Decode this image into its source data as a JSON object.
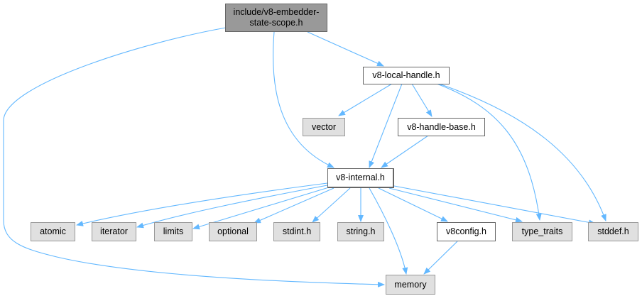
{
  "graph": {
    "root": "include/v8-embedder-state-scope.h",
    "nodes": {
      "local_handle": "v8-local-handle.h",
      "vector": "vector",
      "handle_base": "v8-handle-base.h",
      "internal": "v8-internal.h",
      "atomic": "atomic",
      "iterator": "iterator",
      "limits": "limits",
      "optional": "optional",
      "stdint": "stdint.h",
      "string": "string.h",
      "v8config": "v8config.h",
      "type_traits": "type_traits",
      "stddef": "stddef.h",
      "memory": "memory"
    },
    "colors": {
      "edge": "#63b8ff",
      "root_fill": "#999999",
      "external_fill": "#e0e0e0"
    }
  }
}
